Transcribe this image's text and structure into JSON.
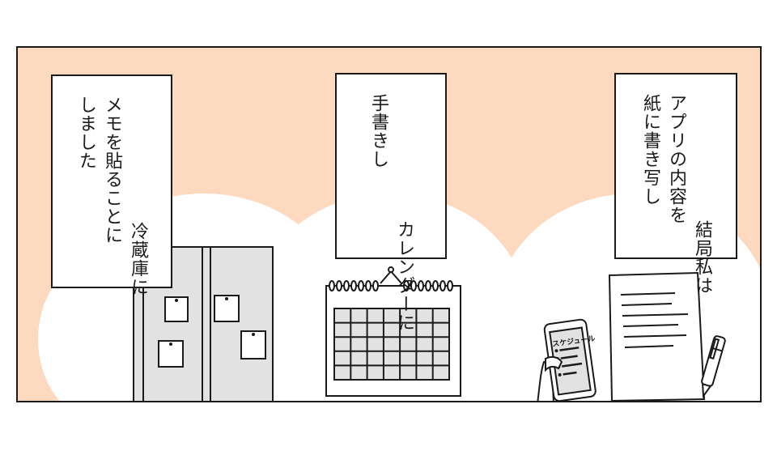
{
  "captions": {
    "fridge": {
      "line1": "冷蔵庫に",
      "line2": "メモを貼ることに",
      "line3": "しました"
    },
    "calendar": {
      "line1": "カレンダーに",
      "line2": "手書きし"
    },
    "paper": {
      "line1": "結局私は",
      "line2": "アプリの内容を",
      "line3": "紙に書き写し"
    }
  },
  "phone": {
    "screen_title": "スケジュール"
  },
  "colors": {
    "background": "#fdd9bf",
    "cloud": "#ffffff",
    "fridge": "#e2e2e2",
    "ink": "#1a1a1a"
  },
  "illustrations": [
    "fridge-with-notes",
    "wall-calendar",
    "smartphone-in-hand",
    "paper-sheet",
    "pen"
  ]
}
